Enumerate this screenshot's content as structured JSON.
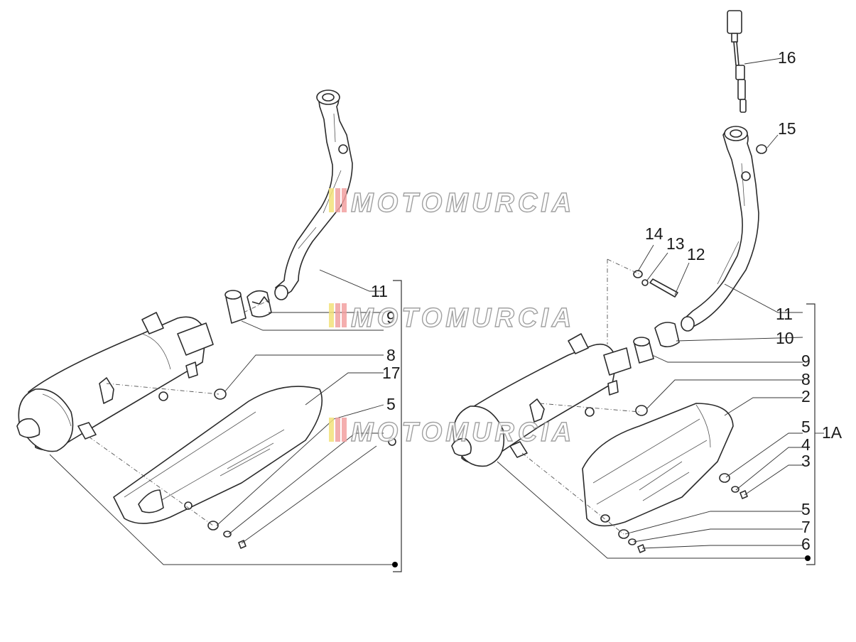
{
  "callouts": {
    "left": [
      "11",
      "9",
      "8",
      "17",
      "5"
    ],
    "right": [
      "16",
      "15",
      "14",
      "13",
      "12",
      "11",
      "10",
      "9",
      "8",
      "2",
      "5",
      "4",
      "3",
      "5",
      "7",
      "6",
      "1A"
    ]
  },
  "watermark": {
    "text": "MOTOMURCIA",
    "colors": [
      "#f2e27a",
      "#f0a0a0",
      "#f2a0a0"
    ]
  },
  "colors": {
    "line": "#2b2b2b",
    "leader": "#333333",
    "dot": "#000000"
  }
}
